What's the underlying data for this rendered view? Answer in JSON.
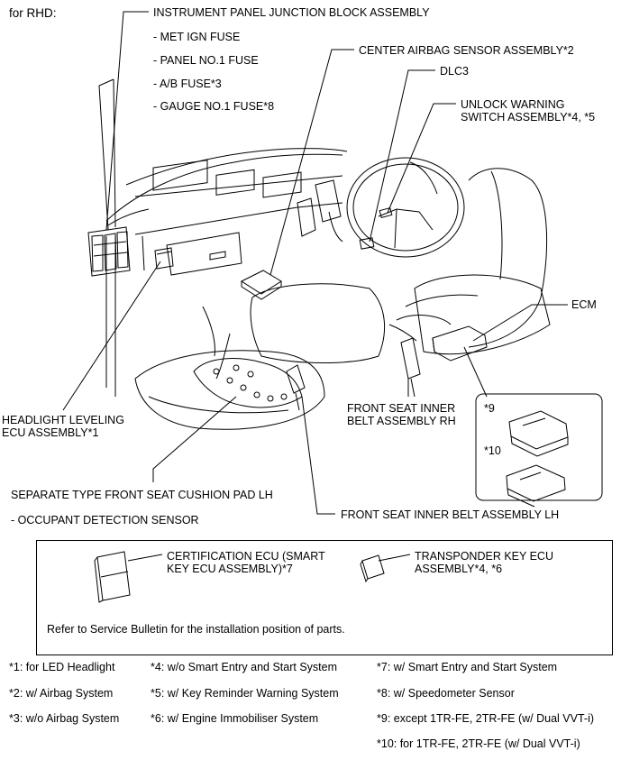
{
  "header": {
    "rhd_label": "for RHD:"
  },
  "labels": {
    "instrument_panel_jb": "INSTRUMENT PANEL JUNCTION BLOCK ASSEMBLY",
    "fuses": [
      "- MET IGN FUSE",
      "- PANEL NO.1 FUSE",
      "- A/B FUSE*3",
      "- GAUGE NO.1 FUSE*8"
    ],
    "center_airbag_sensor": "CENTER AIRBAG SENSOR ASSEMBLY*2",
    "dlc3": "DLC3",
    "unlock_warning_switch": "UNLOCK WARNING\nSWITCH ASSEMBLY*4, *5",
    "ecm": "ECM",
    "headlight_leveling_ecu": "HEADLIGHT LEVELING\nECU ASSEMBLY*1",
    "front_seat_inner_belt_rh": "FRONT SEAT INNER\nBELT ASSEMBLY RH",
    "ecm_variant_9": "*9",
    "ecm_variant_10": "*10",
    "separate_cushion_pad": "SEPARATE TYPE FRONT SEAT CUSHION PAD LH",
    "occupant_detection": "- OCCUPANT DETECTION SENSOR",
    "front_seat_inner_belt_lh": "FRONT SEAT INNER BELT ASSEMBLY LH"
  },
  "legend_box": {
    "certification_ecu": "CERTIFICATION ECU (SMART\nKEY ECU ASSEMBLY)*7",
    "transponder_ecu": "TRANSPONDER KEY ECU\nASSEMBLY*4, *6",
    "note": "Refer to Service Bulletin for the installation position of parts."
  },
  "footnotes": [
    "*1: for LED Headlight",
    "*2: w/ Airbag System",
    "*3: w/o Airbag System",
    "*4: w/o Smart Entry and Start System",
    "*5: w/ Key Reminder Warning System",
    "*6: w/ Engine Immobiliser System",
    "*7: w/ Smart Entry and Start System",
    "*8: w/ Speedometer Sensor",
    "*9: except 1TR-FE, 2TR-FE (w/ Dual VVT-i)",
    "*10: for 1TR-FE, 2TR-FE (w/ Dual VVT-i)"
  ]
}
